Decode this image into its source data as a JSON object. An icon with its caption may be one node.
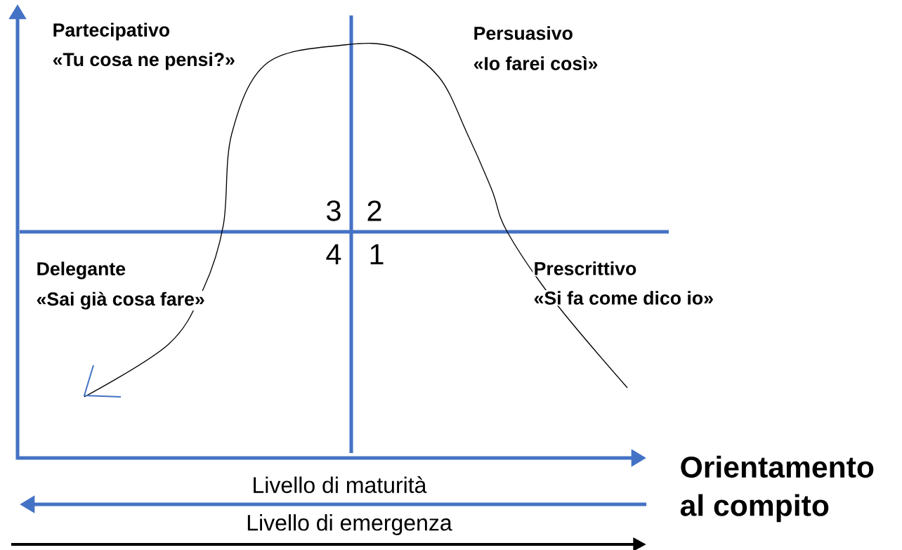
{
  "diagram": {
    "labels": [
      "Partecipativo",
      "«Tu cosa ne pensi?»",
      "Persuasivo",
      "«Io farei così»",
      "3",
      "2",
      "4",
      "1",
      "Delegante",
      "«Sai già cosa fare»",
      "Prescrittivo",
      "«Si fa come dico io»",
      "Orientamento al compito",
      "Livello di maturità",
      "Livello di emergenza"
    ]
  }
}
